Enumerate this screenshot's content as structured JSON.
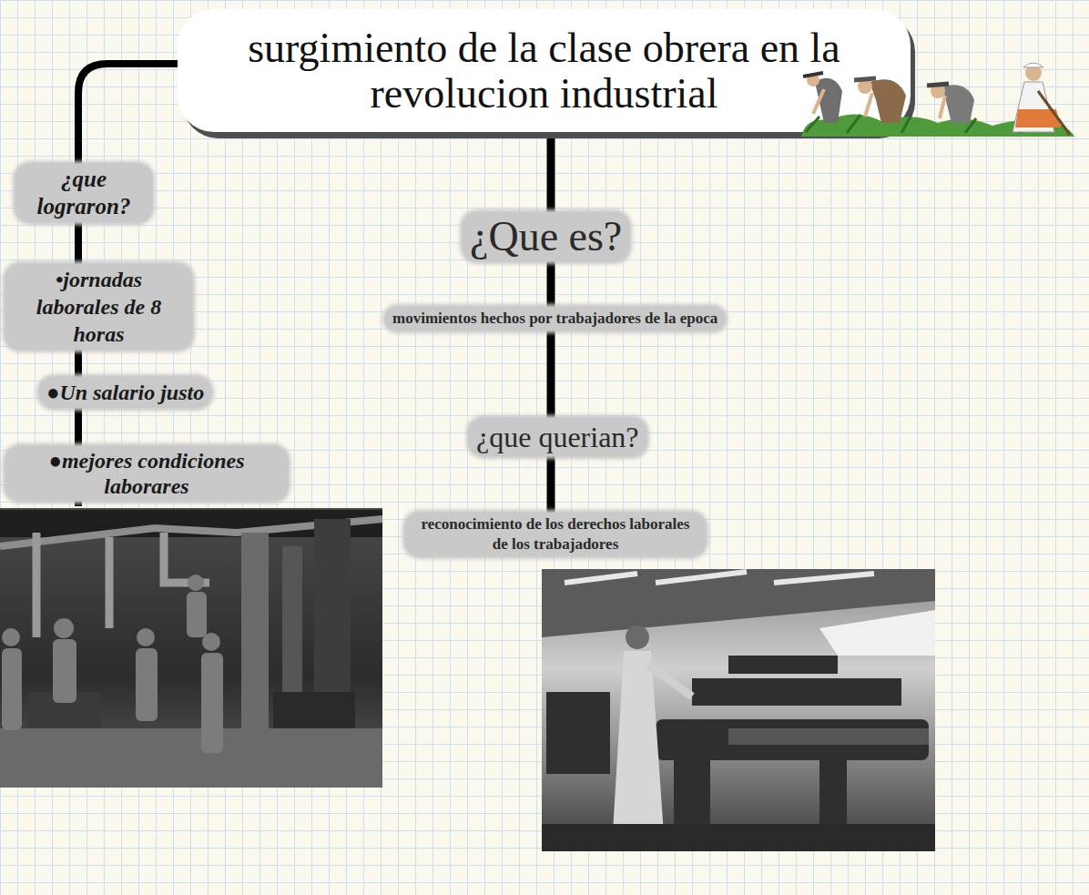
{
  "diagram": {
    "title": "surgimiento de la clase obrera en la revolucion industrial",
    "nodes": [
      {
        "text": [
          "¿que lograron?"
        ]
      },
      {
        "text": [
          "•jornadas laborales de 8 horas"
        ]
      },
      {
        "text": [
          "●Un salario justo"
        ]
      },
      {
        "text": [
          "●mejores condiciones laborares"
        ]
      },
      {
        "text": [
          "¿Que es?"
        ]
      },
      {
        "text": [
          "movimientos hechos por trabajadores de la epoca"
        ]
      },
      {
        "text": [
          "¿que querian?"
        ]
      },
      {
        "text": [
          "reconocimiento de los derechos laborales de los trabajadores"
        ]
      }
    ],
    "edges": [
      {
        "from": 0,
        "to": 1,
        "arrow": "none"
      },
      {
        "from": 1,
        "to": 2,
        "arrow": "none"
      },
      {
        "from": 2,
        "to": 3,
        "arrow": "none"
      },
      {
        "from": 4,
        "to": 5,
        "arrow": "none"
      },
      {
        "from": 5,
        "to": 6,
        "arrow": "none"
      },
      {
        "from": 6,
        "to": 7,
        "arrow": "none"
      }
    ]
  }
}
